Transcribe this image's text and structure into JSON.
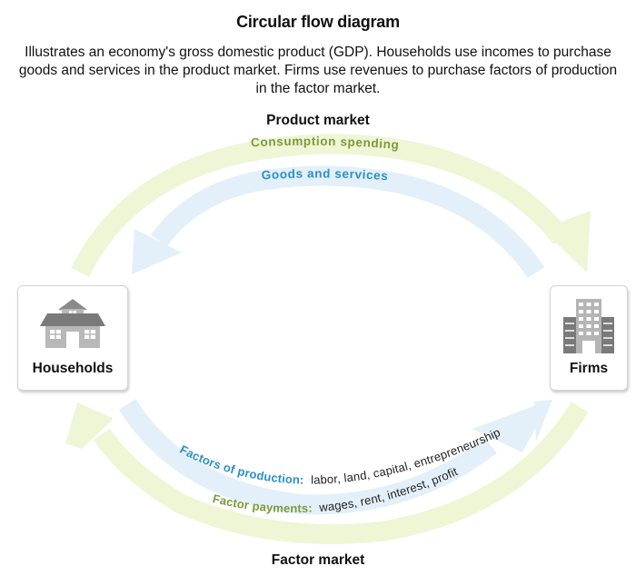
{
  "title": "Circular flow diagram",
  "description": "Illustrates an economy's gross domestic product (GDP). Households use incomes to purchase goods and services in the product market. Firms use revenues to purchase factors of production in the factor market.",
  "markets": {
    "product": "Product market",
    "factor": "Factor market"
  },
  "nodes": {
    "households": {
      "label": "Households",
      "icon": "house-icon"
    },
    "firms": {
      "label": "Firms",
      "icon": "office-building-icon"
    }
  },
  "flows": {
    "consumption_spending": {
      "label": "Consumption spending",
      "detail": "",
      "from": "Households",
      "to": "Firms",
      "color": "#e8f3c9",
      "text_color": "#7d9a3a"
    },
    "goods_and_services": {
      "label": "Goods and services",
      "detail": "",
      "from": "Firms",
      "to": "Households",
      "color": "#deedf9",
      "text_color": "#2a8fc6"
    },
    "factors_of_production": {
      "label": "Factors of production:",
      "detail": "labor, land, capital, entrepreneurship",
      "from": "Households",
      "to": "Firms",
      "color": "#deedf9",
      "text_color": "#2a8fc6"
    },
    "factor_payments": {
      "label": "Factor payments:",
      "detail": "wages, rent, interest, profit",
      "from": "Firms",
      "to": "Households",
      "color": "#e8f3c9",
      "text_color": "#7d9a3a"
    }
  },
  "colors": {
    "green_arrow": "#eef6d6",
    "blue_arrow": "#e3f0fa",
    "green_text": "#7d9a3a",
    "blue_text": "#2a8fc6",
    "icon_dark": "#7a7a7a",
    "icon_light": "#b5b5b5"
  }
}
